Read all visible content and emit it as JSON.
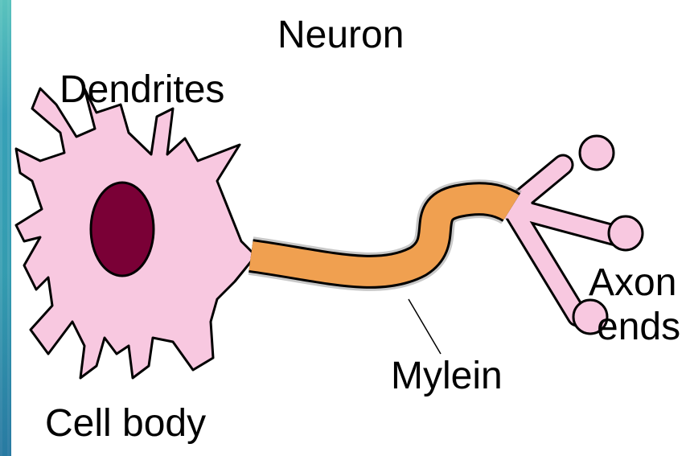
{
  "title": "Neuron",
  "labels": {
    "dendrites": "Dendrites",
    "cell_body": "Cell body",
    "mylein": "Mylein",
    "axon": "Axon",
    "ends": "ends"
  },
  "colors": {
    "background": "#2a6fb3",
    "panel": "#ffffff",
    "cell_fill": "#f8c8e0",
    "nucleus": "#7a0036",
    "myelin": "#f0a050",
    "outline": "#000000"
  }
}
